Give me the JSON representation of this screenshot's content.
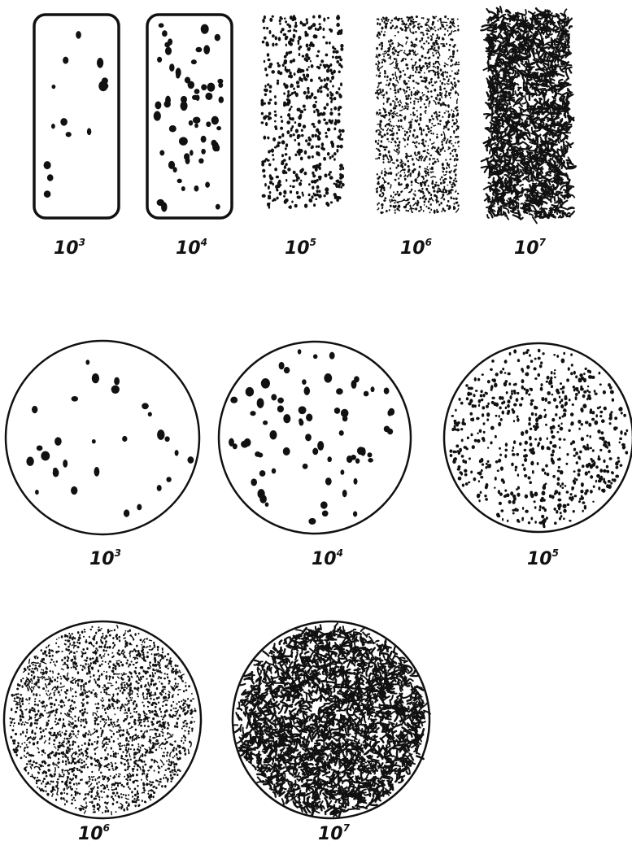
{
  "colors": {
    "ink": "#111111",
    "paper": "#ffffff"
  },
  "rectangles": [
    {
      "label_base": "10",
      "label_exp": "3",
      "density": 14,
      "pattern": "dot",
      "framed": true
    },
    {
      "label_base": "10",
      "label_exp": "4",
      "density": 60,
      "pattern": "dot",
      "framed": true
    },
    {
      "label_base": "10",
      "label_exp": "5",
      "density": 560,
      "pattern": "dot",
      "framed": false
    },
    {
      "label_base": "10",
      "label_exp": "6",
      "density": 1300,
      "pattern": "speckle",
      "framed": false
    },
    {
      "label_base": "10",
      "label_exp": "7",
      "density": 1800,
      "pattern": "worm",
      "framed": false
    }
  ],
  "circles": [
    {
      "label_base": "10",
      "label_exp": "3",
      "density": 28,
      "pattern": "dot"
    },
    {
      "label_base": "10",
      "label_exp": "4",
      "density": 70,
      "pattern": "dot"
    },
    {
      "label_base": "10",
      "label_exp": "5",
      "density": 650,
      "pattern": "dot"
    },
    {
      "label_base": "10",
      "label_exp": "6",
      "density": 2200,
      "pattern": "speckle"
    },
    {
      "label_base": "10",
      "label_exp": "7",
      "density": 2600,
      "pattern": "worm"
    }
  ]
}
